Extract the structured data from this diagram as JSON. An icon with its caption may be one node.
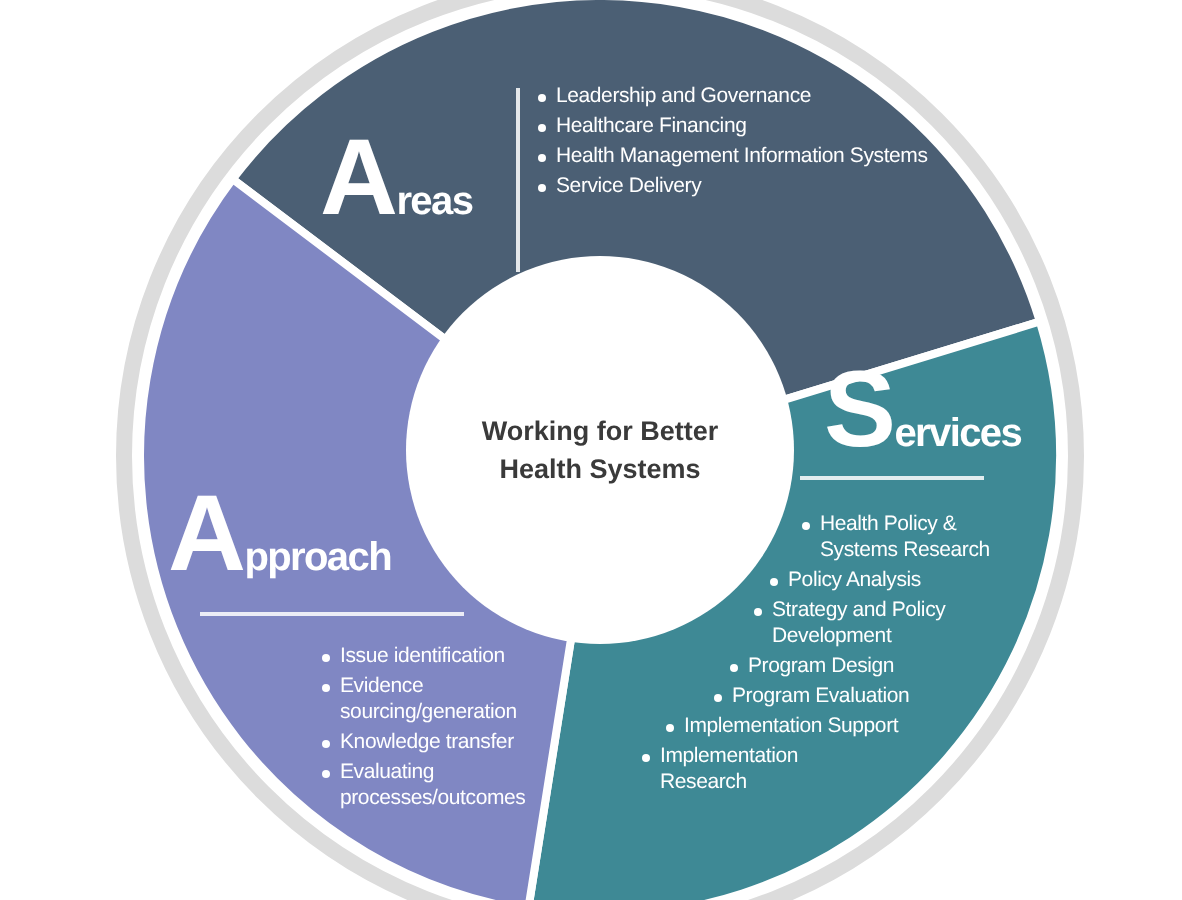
{
  "diagram": {
    "nodes": [
      {
        "text": [
          "Working for Better Health Systems"
        ]
      },
      {
        "text": [
          "Areas",
          "Leadership and Governance",
          "Healthcare Financing",
          "Health Management Information Systems",
          "Service Delivery"
        ]
      },
      {
        "text": [
          "Services",
          "Health Policy & Systems Research",
          "Policy Analysis",
          "Strategy and Policy Development",
          "Program Design",
          "Program Evaluation",
          "Implementation Support",
          "Implementation Research"
        ]
      },
      {
        "text": [
          "Approach",
          "Issue identification",
          "Evidence sourcing/generation",
          "Knowledge transfer",
          "Evaluating processes/outcomes"
        ]
      }
    ]
  }
}
